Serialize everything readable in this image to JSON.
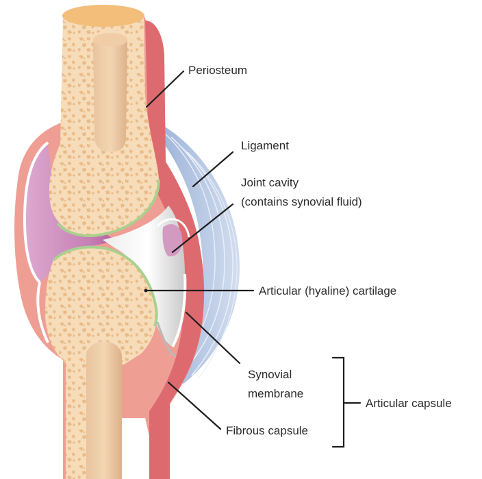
{
  "labels": {
    "periosteum": "Periosteum",
    "ligament": "Ligament",
    "joint_cavity_line1": "Joint cavity",
    "joint_cavity_line2": "(contains synovial fluid)",
    "articular_cartilage": "Articular (hyaline) cartilage",
    "synovial_line1": "Synovial",
    "synovial_line2": "membrane",
    "fibrous_capsule": "Fibrous capsule",
    "articular_capsule": "Articular capsule"
  },
  "colors": {
    "bone_fill": "#f6d9b4",
    "bone_spongy_pores": "#e9bd8d",
    "marrow_cavity": "#eec9a0",
    "bone_top_face": "#f3be7a",
    "periosteum_outer": "#e06b6f",
    "capsule_pink": "#ec9c92",
    "synovial_membrane_purple": "#d39ac1",
    "joint_cavity_grey": "#d8d8d8",
    "cartilage_green": "#a9d08e",
    "ligament_blue": "#b8c9e4",
    "leader_line": "#1d1d1d",
    "label_text": "#2b2b2b"
  }
}
